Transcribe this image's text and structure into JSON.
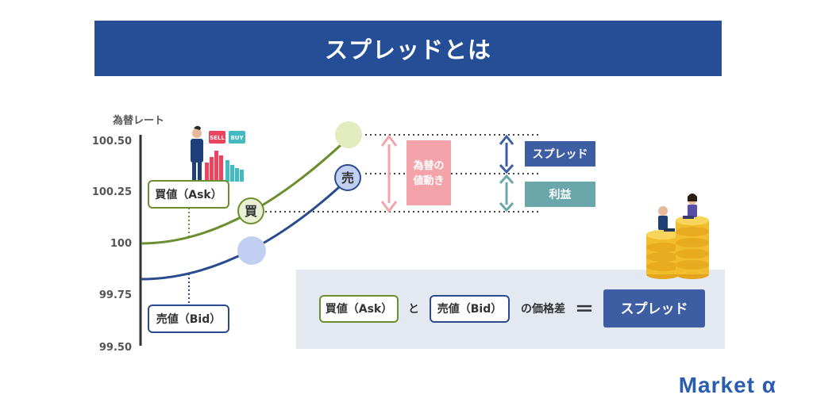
{
  "title": "スプレッドとは",
  "axis": {
    "label": "為替レート",
    "ticks": [
      "100.50",
      "100.25",
      "100",
      "99.75",
      "99.50"
    ]
  },
  "people": {
    "sell_sign": "SELL",
    "buy_sign": "BUY"
  },
  "boxes": {
    "ask": "買値（Ask）",
    "bid": "売値（Bid）",
    "buy_marker": "買",
    "sell_marker": "売",
    "movement_line1": "為替の",
    "movement_line2": "値動き",
    "spread": "スプレッド",
    "profit": "利益"
  },
  "formula": {
    "ask": "買値（Ask）",
    "and": "と",
    "bid": "売値（Bid）",
    "diff": "の価格差",
    "equals": "＝",
    "result": "スプレッド"
  },
  "brand": "Market α",
  "colors": {
    "banner": "#254e96",
    "ask_green": "#6b8e2e",
    "bid_blue": "#2a4c8f",
    "spread_box": "#3d5ea3",
    "profit_box": "#6aa7aa",
    "movement_box": "#f4a3ab",
    "formula_bg": "#e4e8f0"
  }
}
